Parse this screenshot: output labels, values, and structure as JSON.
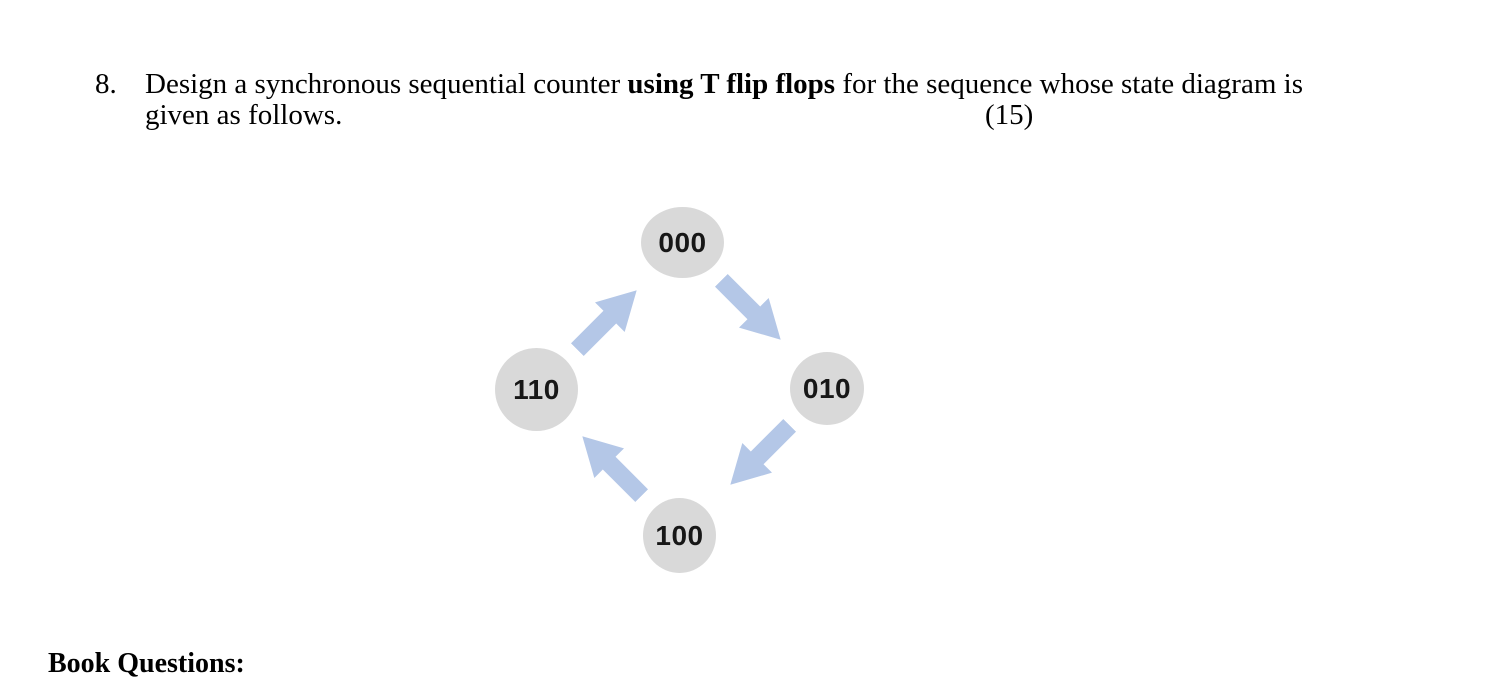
{
  "question": {
    "number": "8.",
    "line1": {
      "before": "Design a synchronous sequential counter ",
      "bold": "using T flip flops",
      "after": " for the sequence whose state diagram is"
    },
    "line2": "given as follows.",
    "marks": "(15)"
  },
  "diagram": {
    "type": "state-diagram",
    "states": [
      {
        "label": "000"
      },
      {
        "label": "010"
      },
      {
        "label": "100"
      },
      {
        "label": "110"
      }
    ],
    "transitions": [
      "000 -> 010",
      "010 -> 100",
      "100 -> 110",
      "110 -> 000"
    ],
    "colors": {
      "state_fill": "#d9d9d9",
      "arrow_fill": "#b4c7e7",
      "label_color": "#171717"
    }
  },
  "footer": {
    "heading": "Book Questions:"
  }
}
